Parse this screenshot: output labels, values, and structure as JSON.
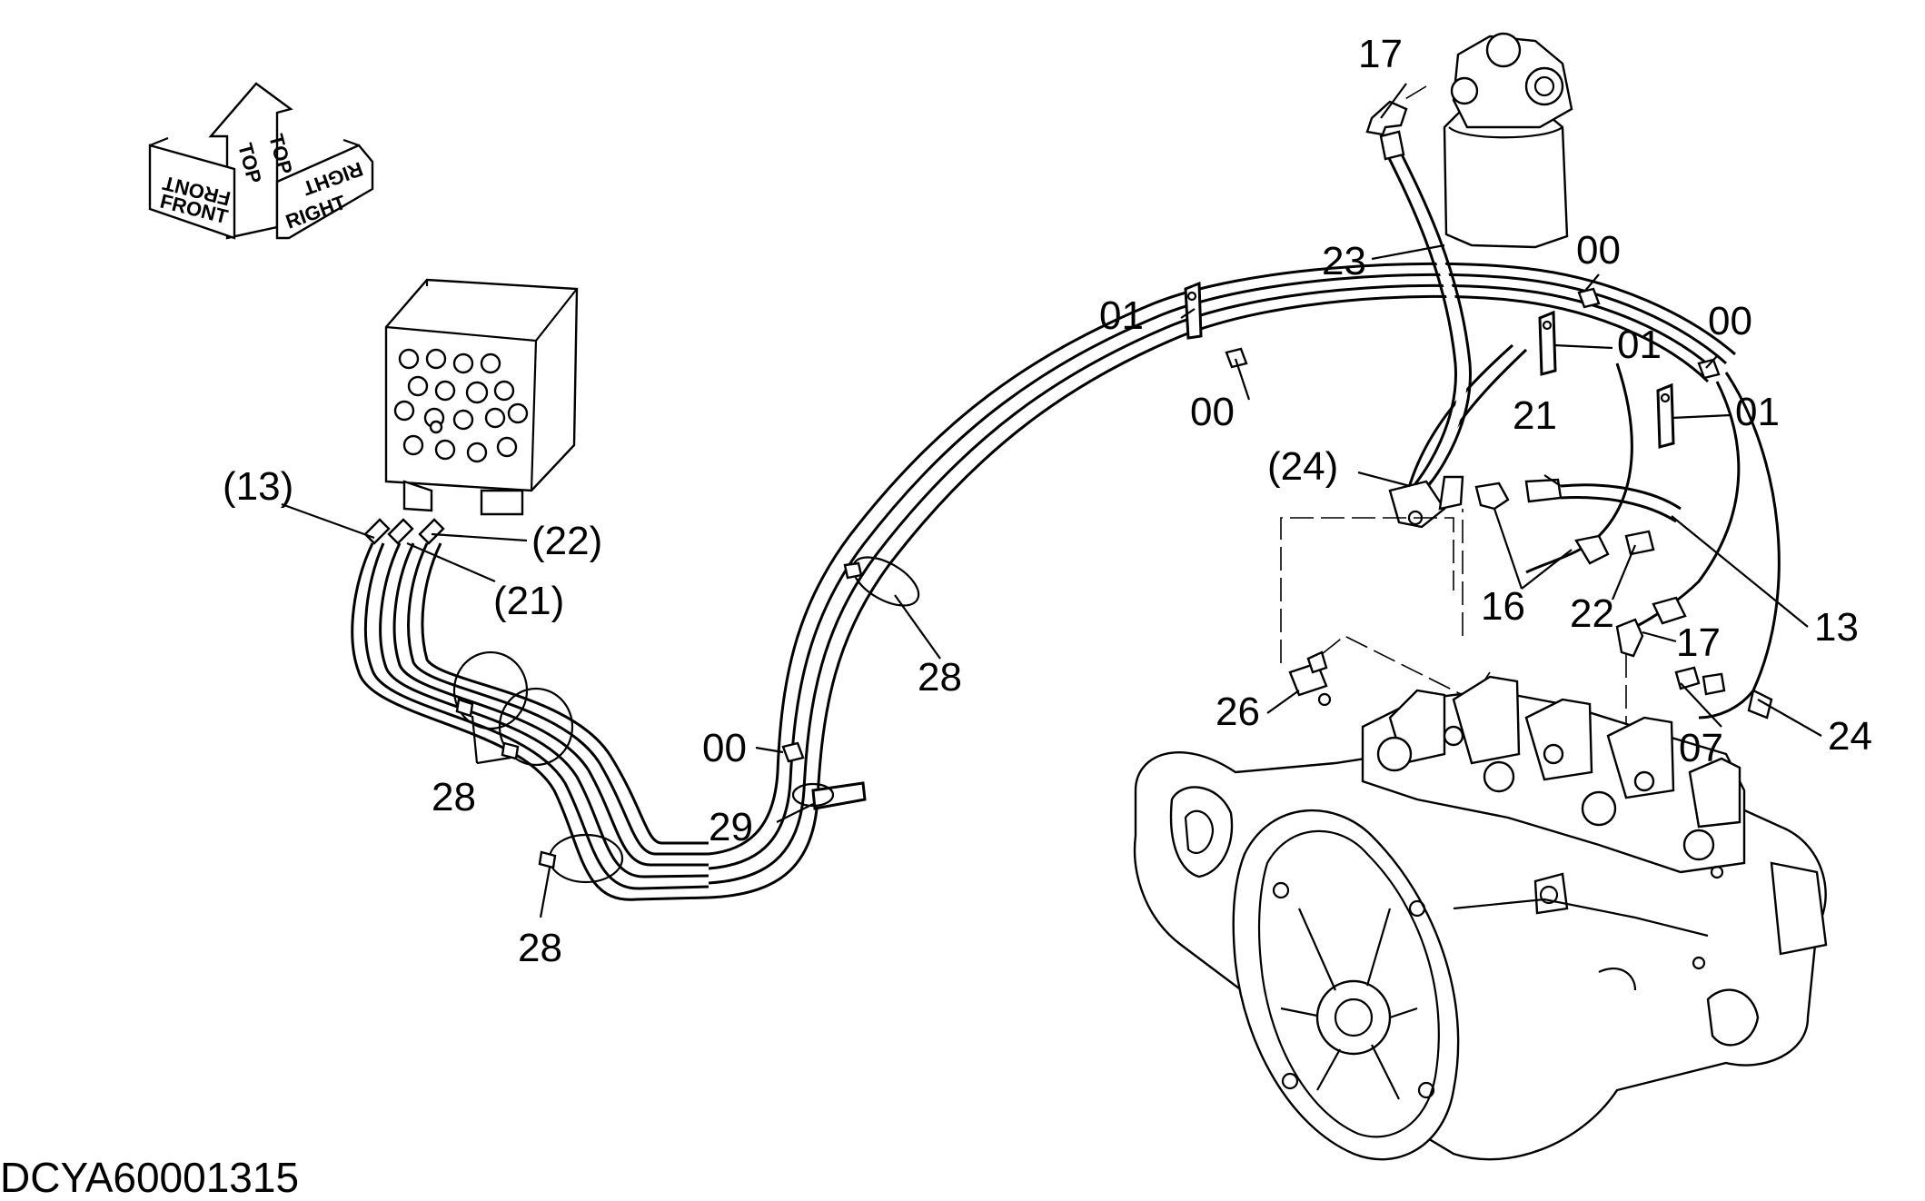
{
  "diagram": {
    "orientation": {
      "front": "FRONT",
      "top": "TOP",
      "right": "RIGHT"
    },
    "callouts": {
      "c13p": "(13)",
      "c22p": "(22)",
      "c21p": "(21)",
      "c24p": "(24)",
      "c17a": "17",
      "c23": "23",
      "c00a": "00",
      "c00b": "00",
      "c00c": "00",
      "c00d": "00",
      "c01a": "01",
      "c01b": "01",
      "c01c": "01",
      "c21": "21",
      "c16": "16",
      "c22": "22",
      "c17b": "17",
      "c13": "13",
      "c26": "26",
      "c07": "07",
      "c24": "24",
      "c28a": "28",
      "c28b": "28",
      "c28c": "28",
      "c29": "29"
    },
    "document_id": "DCYA60001315"
  }
}
